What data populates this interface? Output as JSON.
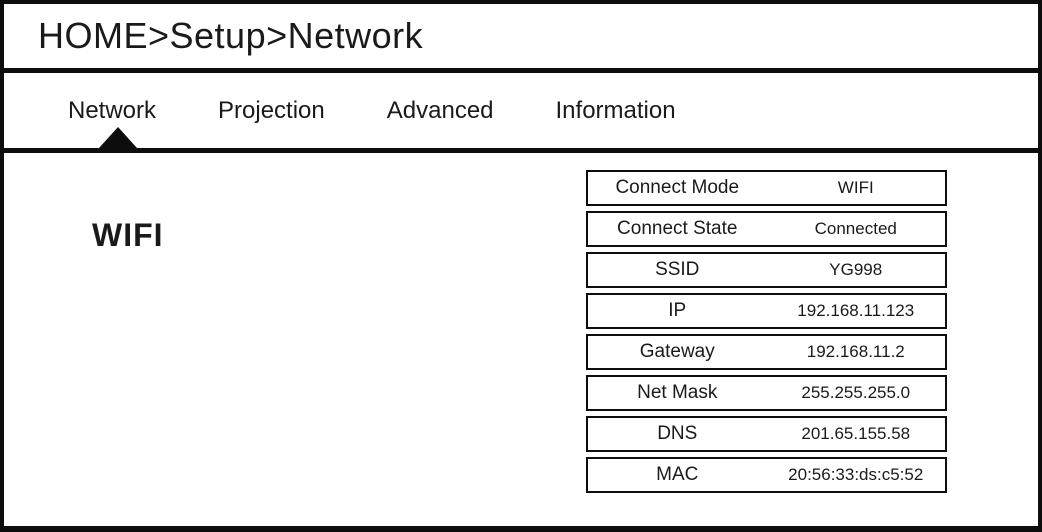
{
  "window": {
    "breadcrumb": "HOME>Setup>Network"
  },
  "tabs": [
    {
      "label": "Network",
      "active": true
    },
    {
      "label": "Projection",
      "active": false
    },
    {
      "label": "Advanced",
      "active": false
    },
    {
      "label": "Information",
      "active": false
    }
  ],
  "content": {
    "selected_item": "WIFI"
  },
  "network_info": [
    {
      "label": "Connect Mode",
      "value": "WIFI"
    },
    {
      "label": "Connect State",
      "value": "Connected"
    },
    {
      "label": "SSID",
      "value": "YG998"
    },
    {
      "label": "IP",
      "value": "192.168.11.123"
    },
    {
      "label": "Gateway",
      "value": "192.168.11.2"
    },
    {
      "label": "Net Mask",
      "value": "255.255.255.0"
    },
    {
      "label": "DNS",
      "value": "201.65.155.58"
    },
    {
      "label": "MAC",
      "value": "20:56:33:ds:c5:52"
    }
  ],
  "colors": {
    "text": "#1a1a1a",
    "border": "#0d0d0d",
    "background": "#ffffff"
  }
}
